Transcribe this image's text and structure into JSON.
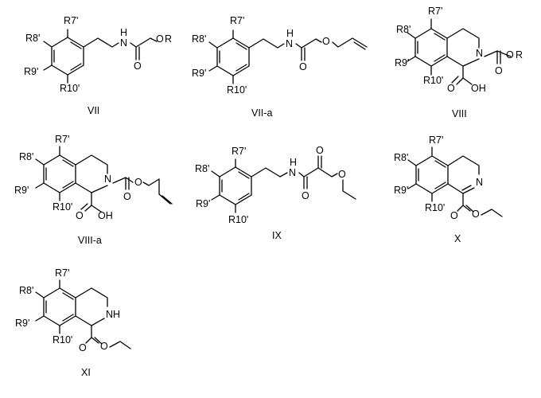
{
  "structures": [
    {
      "id": "VII",
      "substituents": [
        "R7'",
        "R8'",
        "R9'",
        "R10'"
      ],
      "atoms": {
        "nh": "H",
        "n": "N",
        "o_carbonyl": "O",
        "o_ester": "O",
        "r": "R"
      }
    },
    {
      "id": "VII-a",
      "substituents": [
        "R7'",
        "R8'",
        "R9'",
        "R10'"
      ],
      "atoms": {
        "nh": "H",
        "n": "N",
        "o_carbonyl": "O",
        "o_ester": "O"
      }
    },
    {
      "id": "VIII",
      "substituents": [
        "R7'",
        "R8'",
        "R9'",
        "R10'"
      ],
      "atoms": {
        "n": "N",
        "o_carbonyl": "O",
        "o_ester": "O",
        "r": "R",
        "o_acid": "O",
        "oh": "OH"
      }
    },
    {
      "id": "VIII-a",
      "substituents": [
        "R7'",
        "R8'",
        "R9'",
        "R10'"
      ],
      "atoms": {
        "n": "N",
        "o_carbonyl": "O",
        "o_ester": "O",
        "o_acid": "O",
        "oh": "OH"
      }
    },
    {
      "id": "IX",
      "substituents": [
        "R7'",
        "R8'",
        "R9'",
        "R10'"
      ],
      "atoms": {
        "nh": "H",
        "n": "N",
        "o1": "O",
        "o2": "O",
        "o3": "O"
      }
    },
    {
      "id": "X",
      "substituents": [
        "R7'",
        "R8'",
        "R9'",
        "R10'"
      ],
      "atoms": {
        "n": "N",
        "o_carbonyl": "O",
        "o_ester": "O"
      }
    },
    {
      "id": "XI",
      "substituents": [
        "R7'",
        "R8'",
        "R9'",
        "R10'"
      ],
      "atoms": {
        "nh": "NH",
        "o_carbonyl": "O",
        "o_ester": "O"
      }
    }
  ]
}
